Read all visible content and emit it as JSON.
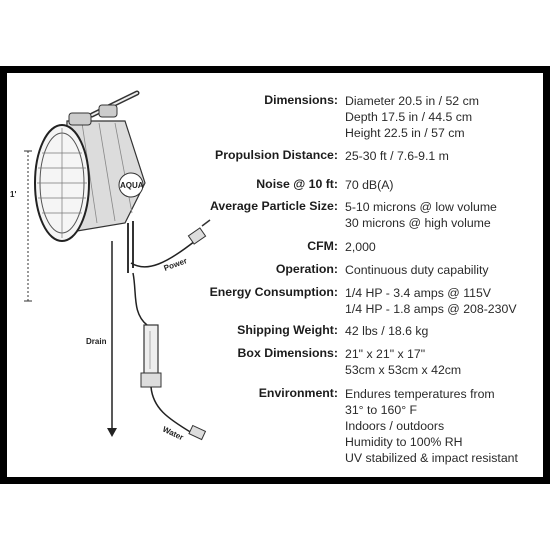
{
  "diagram_labels": {
    "height_marker": "1'",
    "drain": "Drain",
    "power": "Power",
    "water": "Water",
    "brand": "AQUA"
  },
  "specs": [
    {
      "label": "Dimensions:",
      "values": [
        "Diameter 20.5 in / 52 cm",
        "Depth 17.5 in / 44.5 cm",
        "Height 22.5 in / 57 cm"
      ]
    },
    {
      "label": "Propulsion Distance:",
      "values": [
        "25-30 ft / 7.6-9.1 m"
      ]
    },
    {
      "label": "Noise @ 10 ft:",
      "values": [
        "70 dB(A)"
      ]
    },
    {
      "label": "Average Particle Size:",
      "values": [
        "5-10 microns @ low volume",
        "30 microns @ high volume"
      ]
    },
    {
      "label": "CFM:",
      "values": [
        "2,000"
      ]
    },
    {
      "label": "Operation:",
      "values": [
        "Continuous duty capability"
      ]
    },
    {
      "label": "Energy Consumption:",
      "values": [
        "1/4 HP - 3.4 amps @ 115V",
        "1/4 HP - 1.8 amps @ 208-230V"
      ]
    },
    {
      "label": "Shipping Weight:",
      "values": [
        "42 lbs / 18.6 kg"
      ]
    },
    {
      "label": "Box Dimensions:",
      "values": [
        "21\" x 21\" x 17\"",
        "53cm x 53cm x 42cm"
      ]
    },
    {
      "label": "Environment:",
      "values": [
        "Endures temperatures from",
        "31° to 160° F",
        "Indoors / outdoors",
        "Humidity to 100% RH",
        "UV stabilized & impact resistant"
      ]
    }
  ]
}
